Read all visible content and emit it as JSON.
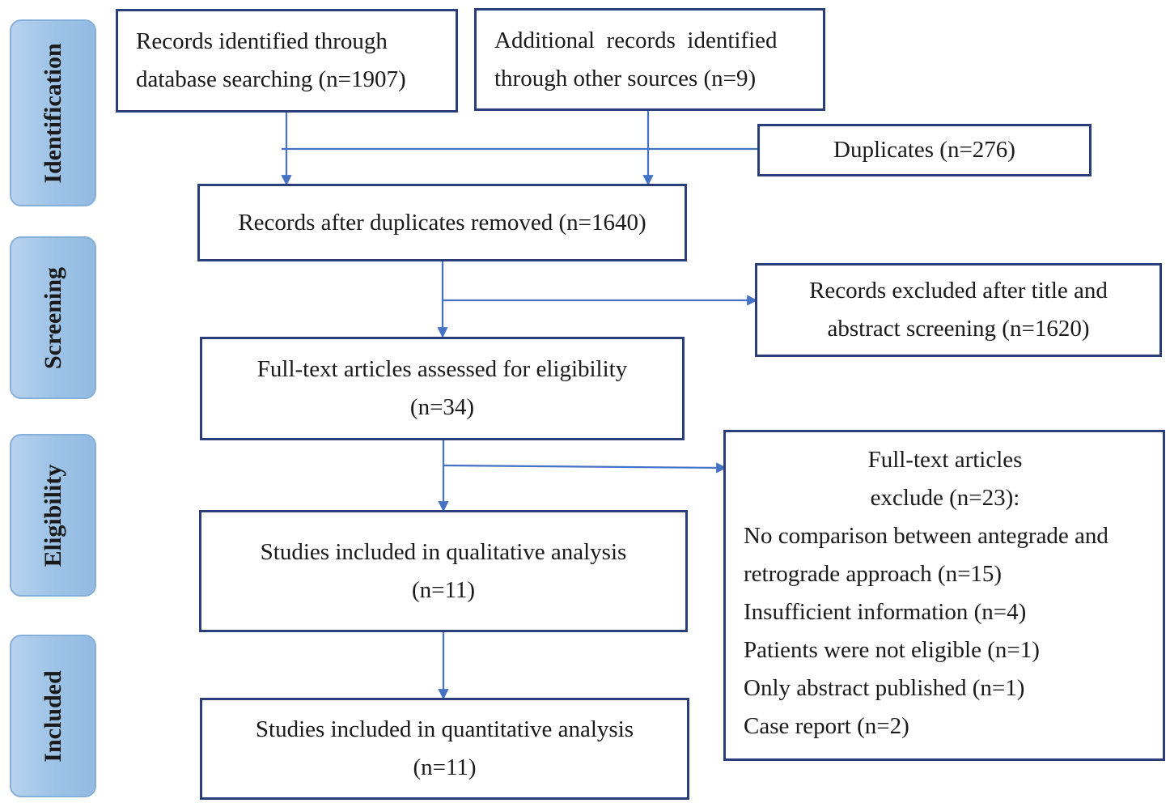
{
  "stages": {
    "identification": "Identification",
    "screening": "Screening",
    "eligibility": "Eligibility",
    "included": "Included"
  },
  "boxes": {
    "database_records": {
      "line1": "Records identified through",
      "line2": "database searching (n=1907)"
    },
    "other_sources": {
      "line1": "Additional  records  identified",
      "line2": "through other sources (n=9)"
    },
    "duplicates": "Duplicates (n=276)",
    "after_duplicates": "Records after duplicates removed (n=1640)",
    "title_abstract_excluded": {
      "line1": "Records excluded after title and",
      "line2": "abstract screening (n=1620)"
    },
    "full_text_assessed": {
      "line1": "Full-text articles assessed for eligibility",
      "line2": "(n=34)"
    },
    "full_text_excluded": {
      "heading1": "Full-text articles",
      "heading2": "exclude (n=23):",
      "reasons": [
        "No comparison between antegrade and",
        "retrograde approach (n=15)",
        "Insufficient information (n=4)",
        "Patients were not eligible (n=1)",
        "Only abstract published (n=1)",
        "Case report (n=2)"
      ]
    },
    "qualitative": {
      "line1": "Studies included in qualitative analysis",
      "line2": "(n=11)"
    },
    "quantitative": {
      "line1": "Studies included in quantitative analysis",
      "line2": "(n=11)"
    }
  },
  "colors": {
    "arrow": "#4472c4",
    "box_border": "#2a3f7a",
    "stage_fill": "#9cc2e6"
  }
}
